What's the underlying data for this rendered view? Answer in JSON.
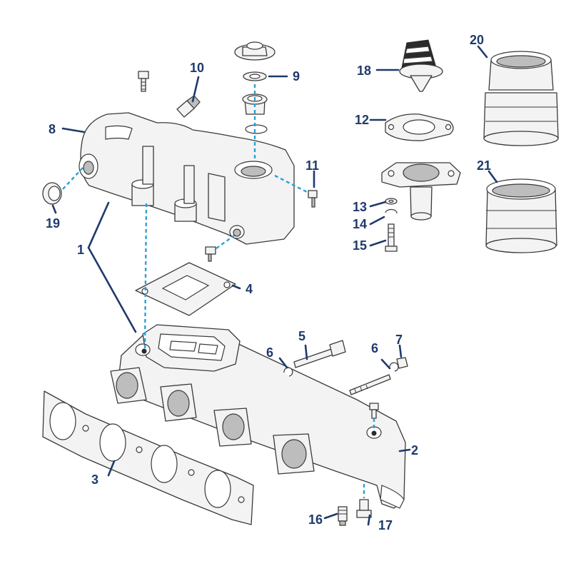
{
  "callouts": [
    {
      "id": "1",
      "text": "1"
    },
    {
      "id": "2",
      "text": "2"
    },
    {
      "id": "3",
      "text": "3"
    },
    {
      "id": "4",
      "text": "4"
    },
    {
      "id": "5",
      "text": "5"
    },
    {
      "id": "6a",
      "text": "6"
    },
    {
      "id": "6b",
      "text": "6"
    },
    {
      "id": "7",
      "text": "7"
    },
    {
      "id": "8",
      "text": "8"
    },
    {
      "id": "9",
      "text": "9"
    },
    {
      "id": "10",
      "text": "10"
    },
    {
      "id": "11",
      "text": "11"
    },
    {
      "id": "12",
      "text": "12"
    },
    {
      "id": "13",
      "text": "13"
    },
    {
      "id": "14",
      "text": "14"
    },
    {
      "id": "15",
      "text": "15"
    },
    {
      "id": "16",
      "text": "16"
    },
    {
      "id": "17",
      "text": "17"
    },
    {
      "id": "18",
      "text": "18"
    },
    {
      "id": "19",
      "text": "19"
    },
    {
      "id": "20",
      "text": "20"
    },
    {
      "id": "21",
      "text": "21"
    }
  ],
  "colors": {
    "callout": "#1f3a6b",
    "guide_line": "#2e9fd4",
    "part_outline": "#3a3a3a",
    "part_fill": "#f3f3f3"
  }
}
